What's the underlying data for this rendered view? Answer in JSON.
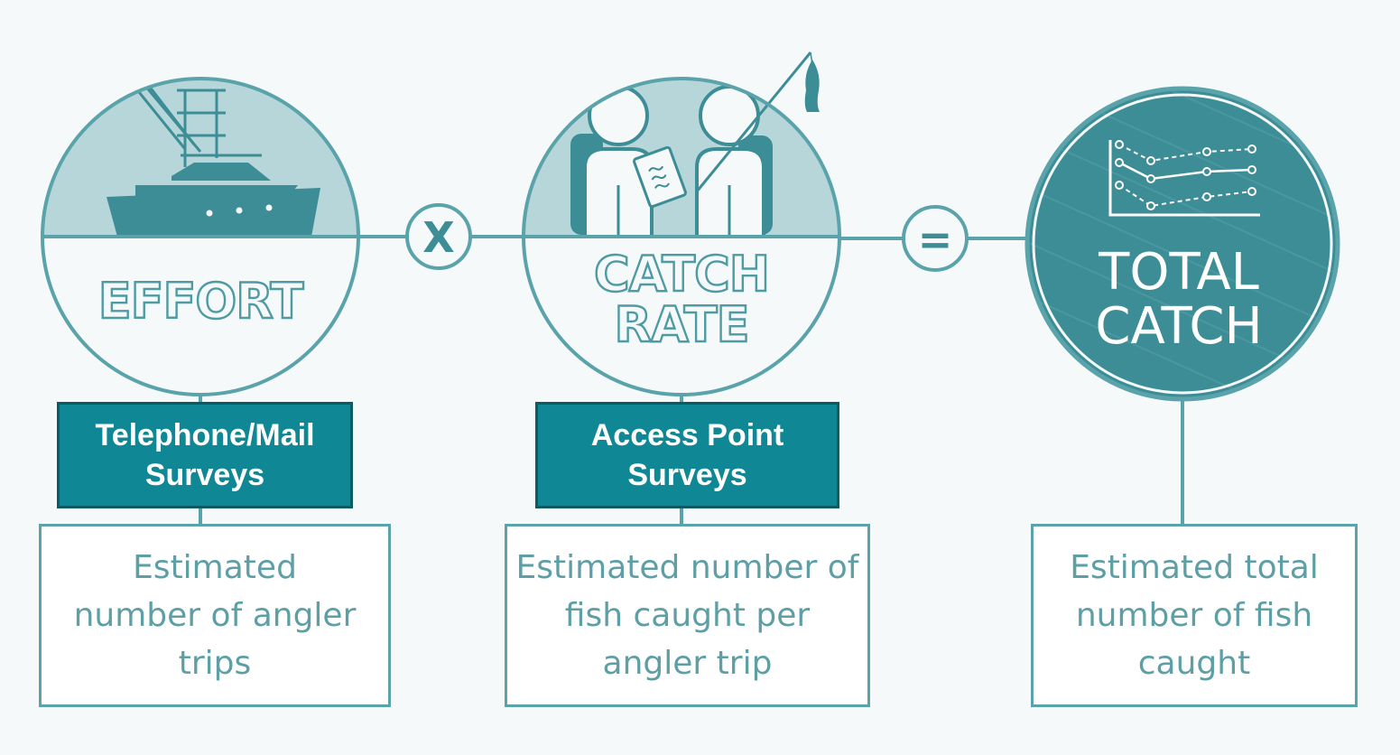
{
  "colors": {
    "background": "#f5f9fa",
    "line": "#5aa3aa",
    "light_fill": "#b7d6d9",
    "dark_fill": "#3d8d96",
    "survey_fill": "#0f8794",
    "survey_border": "#0c5a63",
    "icon": "#3d8d96"
  },
  "effort": {
    "title": "EFFORT",
    "icon": "fishing-boat-icon",
    "survey_lines": [
      "Telephone/Mail",
      "Surveys"
    ],
    "description_lines": [
      "Estimated",
      "number of angler",
      "trips"
    ]
  },
  "operator_multiply": "X",
  "catch_rate": {
    "title_lines": [
      "CATCH",
      "RATE"
    ],
    "icon": "surveyor-and-angler-icon",
    "survey_lines": [
      "Access Point",
      "Surveys"
    ],
    "description_lines": [
      "Estimated number of",
      "fish caught per",
      "angler trip"
    ]
  },
  "operator_equals": "=",
  "total_catch": {
    "title_lines": [
      "TOTAL",
      "CATCH"
    ],
    "icon": "line-chart-icon",
    "description_lines": [
      "Estimated total",
      "number of fish",
      "caught"
    ]
  }
}
